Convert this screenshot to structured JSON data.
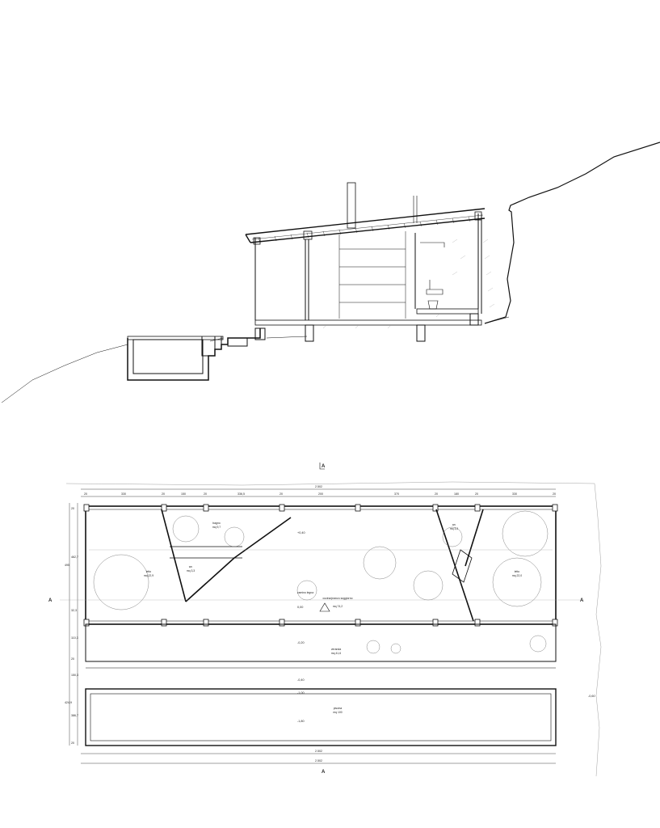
{
  "drawing": {
    "section_marker": "A",
    "plan_markers": {
      "top": "A",
      "bottom": "A",
      "left": "A",
      "right": "A"
    },
    "overall_dimension_top": "2.502",
    "overall_dimension_bottom_1": "2.502",
    "overall_dimension_bottom_2": "2.502",
    "top_dimensions": [
      "20",
      "330",
      "20",
      "150",
      "20",
      "336,5",
      "20",
      "200",
      "370",
      "20",
      "180",
      "20",
      "330",
      "20"
    ],
    "left_dimensions": [
      "20",
      "495",
      "462,7",
      "32,3",
      "110,3",
      "20",
      "150,3",
      "424,9",
      "386,7",
      "20"
    ],
    "rooms": {
      "bathroom": {
        "name": "bagno",
        "area": "mq 9,7"
      },
      "wc_left": {
        "name": "wc",
        "area": "mq 3,3"
      },
      "wc_right": {
        "name": "wc",
        "area": "mq 3,3"
      },
      "bedroom_left": {
        "name": "letto",
        "area": "mq 22,9"
      },
      "bedroom_right": {
        "name": "letto",
        "area": "mq 22,0"
      },
      "living": {
        "name": "cucina/pranzo soggiorno",
        "area": "mq 74,2"
      },
      "veranda": {
        "name": "veranda",
        "area": "mq 41,6"
      },
      "pool": {
        "name": "piscina",
        "area": "mq 100"
      },
      "fireplace": {
        "name": "camino legna"
      }
    },
    "levels": {
      "house_upper": "+0,40",
      "living": "0,00",
      "veranda": "-0,20",
      "terrace": "-0,40",
      "pool_edge": "-1,00",
      "pool_bottom": "-1,80",
      "outside": "-0,60"
    }
  }
}
